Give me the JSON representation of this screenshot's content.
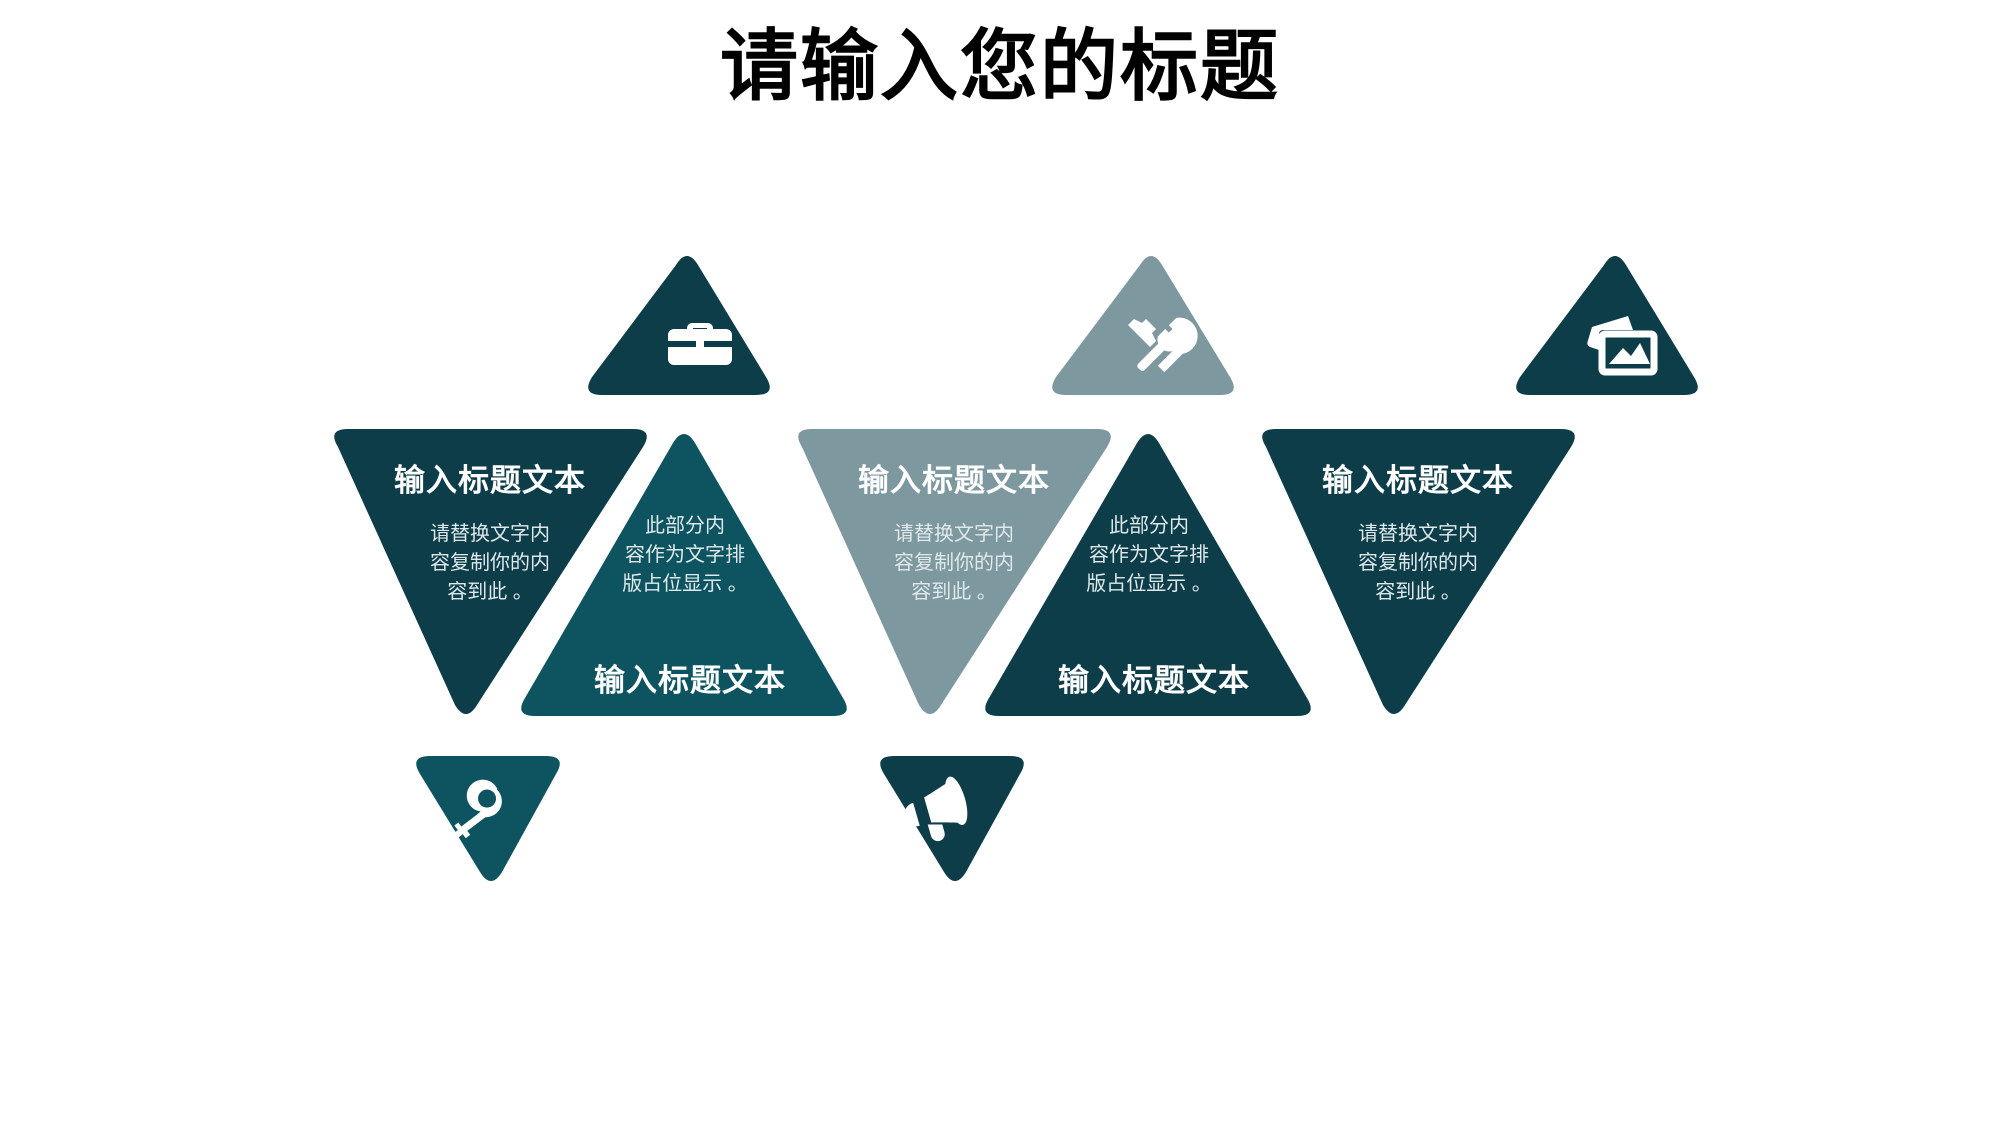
{
  "slide": {
    "background_color": "#ffffff",
    "title": "请输入您的标题"
  },
  "palette": {
    "dark_teal": "#0C3D49",
    "mid_teal": "#0D5460",
    "gray_blue": "#7E98A0",
    "icon_color": "#ffffff",
    "title_color": "#000000",
    "body_text_color": "#dfe9eb"
  },
  "panels": [
    {
      "index": 1,
      "orientation": "down",
      "color": "#0C3D49",
      "icon": "briefcase-icon",
      "icon_position": "top-right",
      "heading": "输入标题文本",
      "body": "请替换文字内容复制你的内容到此。"
    },
    {
      "index": 2,
      "orientation": "up",
      "color": "#0D5460",
      "icon": "key-icon",
      "icon_position": "bottom-left",
      "heading": "输入标题文本",
      "body": "此部分内容作为文字排版占位显示。"
    },
    {
      "index": 3,
      "orientation": "down",
      "color": "#7E98A0",
      "icon": "tools-icon",
      "icon_position": "top-right",
      "heading": "输入标题文本",
      "body": "请替换文字内容复制你的内容到此。"
    },
    {
      "index": 4,
      "orientation": "up",
      "color": "#0C3D49",
      "icon": "megaphone-icon",
      "icon_position": "bottom-left",
      "heading": "输入标题文本",
      "body": "此部分内容作为文字排版占位显示。"
    },
    {
      "index": 5,
      "orientation": "down",
      "color": "#0C3D49",
      "icon": "photo-icon",
      "icon_position": "top-right",
      "heading": "输入标题文本",
      "body": "请替换文字内容复制你的内容到此。"
    }
  ],
  "body_lines": {
    "variant_a": [
      "请替换文字内",
      "容复制你的内",
      "容到此 。"
    ],
    "variant_b": [
      "此部分内",
      "容作为文字排",
      "版占位显示 。"
    ]
  }
}
